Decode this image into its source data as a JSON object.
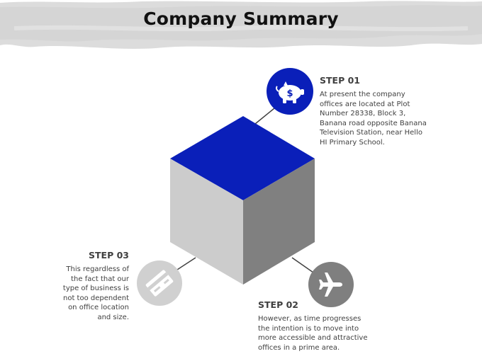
{
  "title": "Company Summary",
  "colors": {
    "accent": "#0a1fb9",
    "cube_top": "#0a1fb9",
    "cube_left": "#cccccc",
    "cube_right": "#808080",
    "step2_circle": "#7f7f7f",
    "step3_circle": "#d0d0d0",
    "text": "#404040"
  },
  "steps": [
    {
      "title": "STEP 01",
      "body": "At present the company\noffices are located at Plot\nNumber 28338, Block 3,\nBanana  road opposite Banana\nTelevision Station, near Hello\nHI Primary School.",
      "icon": "piggy-bank-dollar-icon"
    },
    {
      "title": "STEP 02",
      "body": "However, as time progresses\nthe intention is to move into\nmore accessible and attractive\noffices in a prime area.",
      "icon": "airplane-icon"
    },
    {
      "title": "STEP 03",
      "body": "This regardless of\nthe fact that our\ntype of business is\nnot too dependent\non office location\nand size.",
      "icon": "credit-card-icon"
    }
  ]
}
